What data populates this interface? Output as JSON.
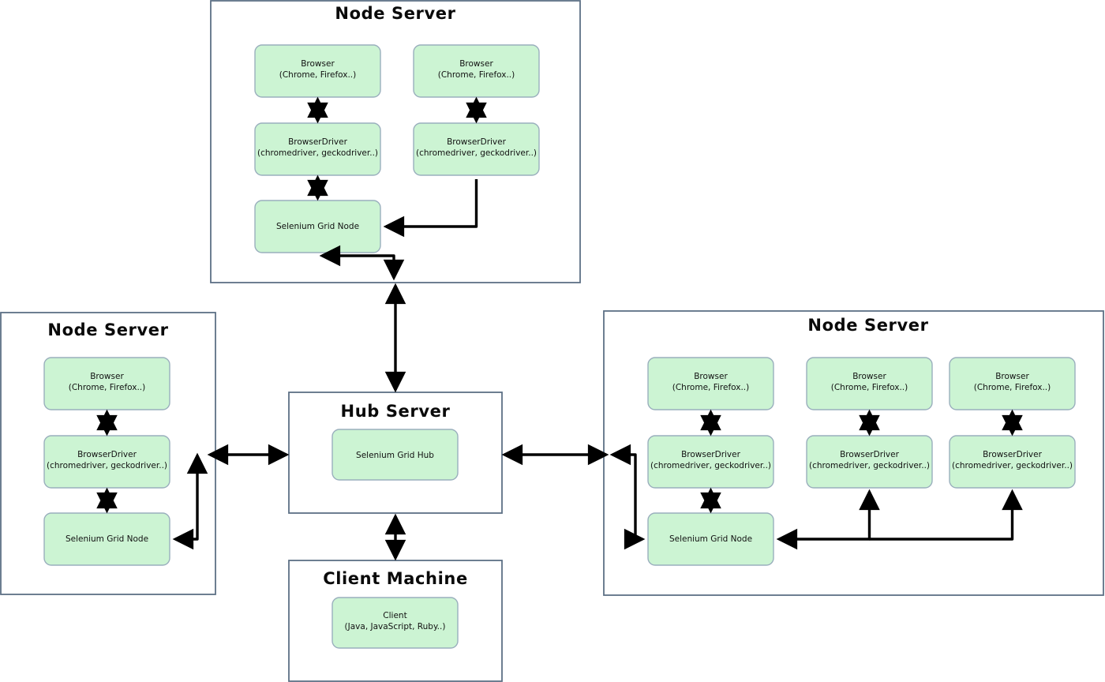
{
  "diagram": {
    "title_top_node_server": "Node Server",
    "title_left_node_server": "Node Server",
    "title_right_node_server": "Node Server",
    "title_hub_server": "Hub Server",
    "title_client_machine": "Client Machine",
    "colors": {
      "box_fill": "#ccf4d3",
      "box_stroke": "#9aafbd",
      "container_stroke": "#5d7085",
      "connector": "#000000",
      "background": "#ffffff"
    }
  },
  "labels": {
    "browser_line1": "Browser",
    "browser_line2": "(Chrome, Firefox..)",
    "driver_line1": "BrowserDriver",
    "driver_line2": "(chromedriver, geckodriver..)",
    "grid_node": "Selenium Grid Node",
    "grid_hub": "Selenium Grid Hub",
    "client_line1": "Client",
    "client_line2": "(Java, JavaScript, Ruby..)"
  },
  "top_node_server": {
    "title": "Node Server",
    "browsers": [
      {
        "line1": "Browser",
        "line2": "(Chrome, Firefox..)"
      },
      {
        "line1": "Browser",
        "line2": "(Chrome, Firefox..)"
      }
    ],
    "drivers": [
      {
        "line1": "BrowserDriver",
        "line2": "(chromedriver, geckodriver..)"
      },
      {
        "line1": "BrowserDriver",
        "line2": "(chromedriver, geckodriver..)"
      }
    ],
    "grid_node": "Selenium Grid Node"
  },
  "left_node_server": {
    "title": "Node Server",
    "browsers": [
      {
        "line1": "Browser",
        "line2": "(Chrome, Firefox..)"
      }
    ],
    "drivers": [
      {
        "line1": "BrowserDriver",
        "line2": "(chromedriver, geckodriver..)"
      }
    ],
    "grid_node": "Selenium Grid Node"
  },
  "right_node_server": {
    "title": "Node Server",
    "browsers": [
      {
        "line1": "Browser",
        "line2": "(Chrome, Firefox..)"
      },
      {
        "line1": "Browser",
        "line2": "(Chrome, Firefox..)"
      },
      {
        "line1": "Browser",
        "line2": "(Chrome, Firefox..)"
      }
    ],
    "drivers": [
      {
        "line1": "BrowserDriver",
        "line2": "(chromedriver, geckodriver..)"
      },
      {
        "line1": "BrowserDriver",
        "line2": "(chromedriver, geckodriver..)"
      },
      {
        "line1": "BrowserDriver",
        "line2": "(chromedriver, geckodriver..)"
      }
    ],
    "grid_node": "Selenium Grid Node"
  },
  "hub_server": {
    "title": "Hub Server",
    "grid_hub": "Selenium Grid Hub"
  },
  "client_machine": {
    "title": "Client Machine",
    "client_line1": "Client",
    "client_line2": "(Java, JavaScript, Ruby..)"
  }
}
